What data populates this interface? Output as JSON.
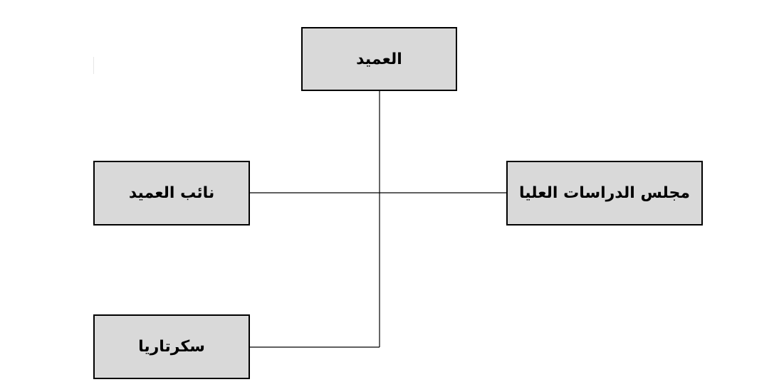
{
  "diagram": {
    "nodes": {
      "dean": {
        "label": "العميد"
      },
      "vice_dean": {
        "label": "نائب العميد"
      },
      "graduate_council": {
        "label": "مجلس الدراسات العليا"
      },
      "secretariat": {
        "label": "سكرتاريا"
      }
    },
    "edges": [
      {
        "from": "dean",
        "to": "vice_dean"
      },
      {
        "from": "dean",
        "to": "graduate_council"
      },
      {
        "from": "dean",
        "to": "secretariat"
      }
    ],
    "colors": {
      "box_fill": "#d9d9d9",
      "box_border": "#000000",
      "line": "#000000",
      "background": "#ffffff"
    }
  }
}
